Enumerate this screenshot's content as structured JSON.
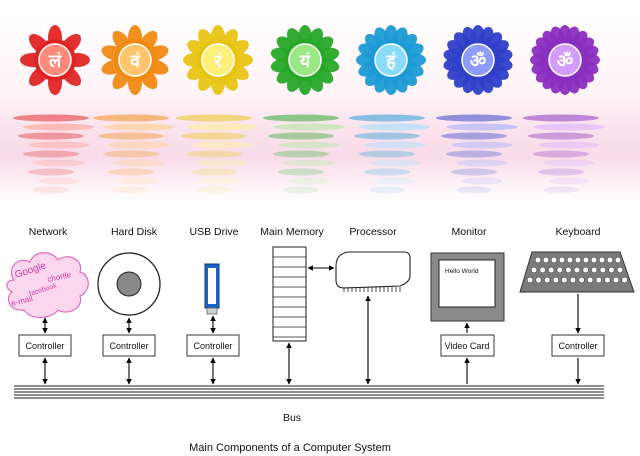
{
  "chakras": [
    {
      "symbol": "लं",
      "color": "#e02424",
      "light": "#ff8a7a"
    },
    {
      "symbol": "वं",
      "color": "#f08a12",
      "light": "#ffc46e"
    },
    {
      "symbol": "रं",
      "color": "#e8c412",
      "light": "#fff07a"
    },
    {
      "symbol": "यं",
      "color": "#28a828",
      "light": "#9ae884"
    },
    {
      "symbol": "हं",
      "color": "#1e9ad6",
      "light": "#8adcff"
    },
    {
      "symbol": "ॐ",
      "color": "#2f3fc8",
      "light": "#8f9cff"
    },
    {
      "symbol": "ॐ",
      "color": "#8a2ec0",
      "light": "#d49cff"
    }
  ],
  "components": {
    "network": "Network",
    "hard_disk": "Hard Disk",
    "usb_drive": "USB Drive",
    "main_memory": "Main Memory",
    "processor": "Processor",
    "monitor": "Monitor",
    "keyboard": "Keyboard"
  },
  "cloud_words": [
    "Google",
    "chortle",
    "facebook",
    "e-mail"
  ],
  "controllers": {
    "network": "Controller",
    "hard_disk": "Controller",
    "usb_drive": "Controller",
    "monitor": "Video Card",
    "keyboard": "Controller"
  },
  "screen_text": "Hello World",
  "bus_label": "Bus",
  "caption": "Main Components of a Computer System"
}
